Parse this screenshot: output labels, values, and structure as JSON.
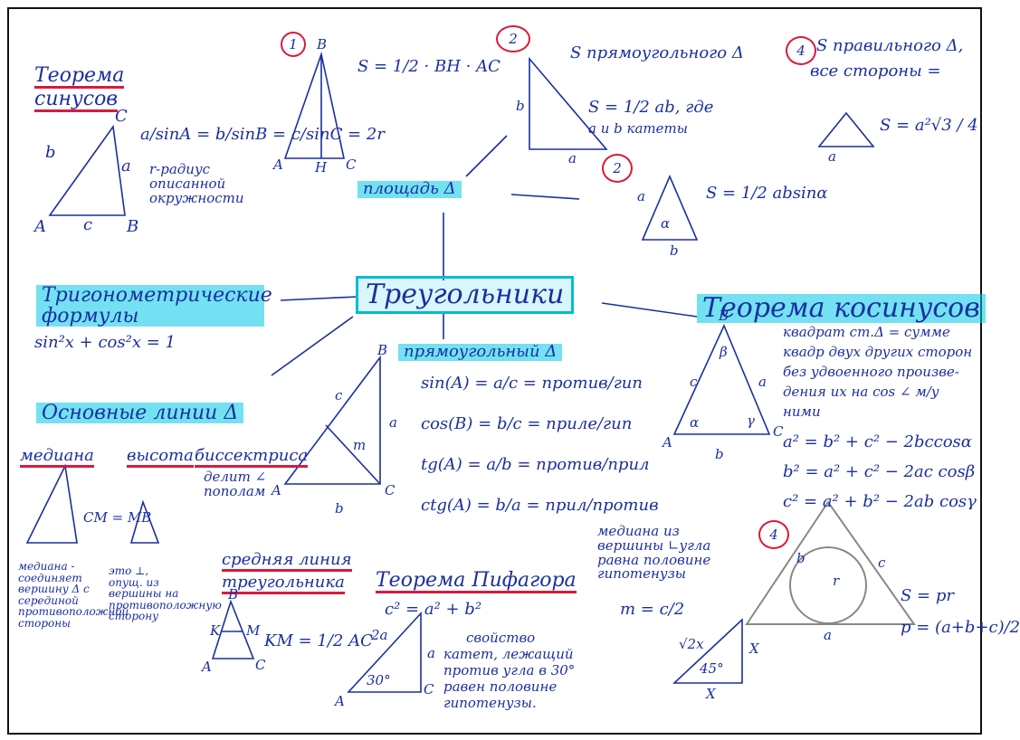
{
  "center": {
    "title": "Треугольники"
  },
  "sines": {
    "title_1": "Теорема",
    "title_2": "синусов",
    "formula": "a/sinA = b/sinB = c/sinC = 2r",
    "note": "r-радиус описанной окружности",
    "labels": {
      "a": "a",
      "b": "b",
      "c": "c",
      "A": "A",
      "B": "B",
      "C": "C"
    }
  },
  "area": {
    "title": "площадь Δ",
    "n1": "1",
    "f1": "S = 1/2 · BH · AC",
    "t1": {
      "A": "A",
      "B": "B",
      "C": "C",
      "H": "H"
    },
    "n2": "2",
    "f2_title": "S прямоугольного Δ",
    "f2": "S = 1/2 ab, где",
    "f2_note": "a и b катеты",
    "t2": {
      "a": "a",
      "b": "b"
    },
    "n3": "2",
    "f3": "S = 1/2 absinα",
    "t3": {
      "a": "a",
      "b": "b",
      "alpha": "α"
    },
    "n4": "4",
    "f4_title": "S правильного Δ,",
    "f4_sub": "все стороны =",
    "f4": "S = a²√3 / 4",
    "t4": {
      "a": "a"
    }
  },
  "trig": {
    "title": "Тригонометрические формулы",
    "formula": "sin²x + cos²x = 1"
  },
  "right": {
    "title": "прямоугольный Δ",
    "sin": "sin(A) = a/c = против/гип",
    "cos": "cos(B) = b/c = приле/гип",
    "tg": "tg(A) = a/b = против/прил",
    "ctg": "ctg(A) = b/a = прил/против",
    "labels": {
      "A": "A",
      "B": "B",
      "C": "C",
      "a": "a",
      "b": "b",
      "c": "c",
      "m": "m"
    },
    "median_note": "медиана из вершины ∟угла равна половине гипотенузы",
    "median_formula": "m = c/2"
  },
  "cosines": {
    "title": "Теорема косинусов",
    "text_1": "квадрат ст.Δ = сумме",
    "text_2": "квадр двух других сторон",
    "text_3": "без удвоенного произве-",
    "text_4": "дения их на cos ∠ м/у",
    "text_5": "ними",
    "f1": "a² = b² + c² − 2bccosα",
    "f2": "b² = a² + c² − 2ac cosβ",
    "f3": "c² = a² + b² − 2ab cosγ",
    "labels": {
      "A": "A",
      "B": "B",
      "C": "C",
      "a": "a",
      "b": "b",
      "c": "c",
      "alpha": "α",
      "beta": "β",
      "gamma": "γ"
    }
  },
  "lines": {
    "title": "Основные линии Δ",
    "median": "медиана",
    "median_f": "CM = MB",
    "median_note": "медиана - соединяет вершину Δ с серединой противоположной стороны",
    "height": "высота",
    "height_note": "это ⊥, опущ. из вершины на противоположную сторону",
    "bisector": "биссектриса",
    "bisector_note": "делит ∠ пополам",
    "midline_1": "средняя линия",
    "midline_2": "треугольника",
    "midline_f": "KM = 1/2 AC",
    "midline_labels": {
      "A": "A",
      "B": "B",
      "C": "C",
      "K": "K",
      "M": "M"
    }
  },
  "pyth": {
    "title": "Теорема Пифагора",
    "formula": "c² = a² + b²",
    "prop_1": "свойство",
    "prop_2": "катет, лежащий",
    "prop_3": "против угла в 30°",
    "prop_4": "равен половине",
    "prop_5": "гипотенузы.",
    "labels": {
      "A": "A",
      "C": "C",
      "a": "a",
      "two_a": "2a",
      "angle": "30°"
    }
  },
  "inscribed": {
    "n": "4",
    "formula": "S = pr",
    "p": "p = (a+b+c)/2",
    "labels": {
      "a": "a",
      "b": "b",
      "c": "c",
      "r": "r"
    }
  },
  "iso": {
    "labels": {
      "sqrt2x": "√2x",
      "x": "X",
      "x2": "X",
      "angle": "45°"
    }
  }
}
